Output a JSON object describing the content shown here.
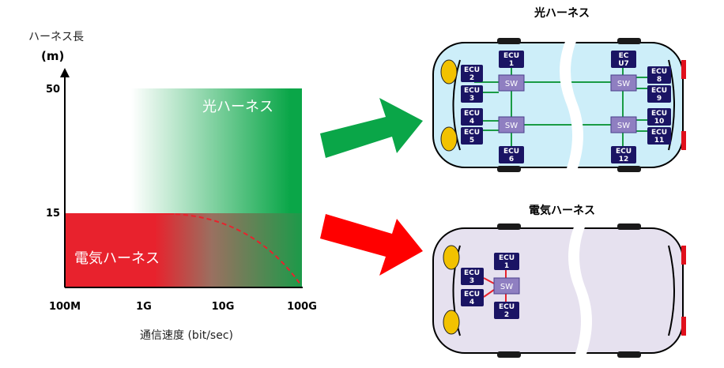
{
  "chart": {
    "y_unit_label": "ハーネス長",
    "y_unit": "(m)",
    "y_ticks": [
      "50",
      "15"
    ],
    "x_ticks": [
      "100M",
      "1G",
      "10G",
      "100G"
    ],
    "x_label": "通信速度 (bit/sec)",
    "optical_region_label": "光ハーネス",
    "electrical_region_label": "電気ハーネス"
  },
  "optical_car": {
    "title": "光ハーネス",
    "ecus": [
      {
        "id": "1",
        "lines": [
          "ECU",
          "1"
        ]
      },
      {
        "id": "2",
        "lines": [
          "ECU",
          "2"
        ]
      },
      {
        "id": "3",
        "lines": [
          "ECU",
          "3"
        ]
      },
      {
        "id": "4",
        "lines": [
          "ECU",
          "4"
        ]
      },
      {
        "id": "5",
        "lines": [
          "ECU",
          "5"
        ]
      },
      {
        "id": "6",
        "lines": [
          "ECU",
          "6"
        ]
      },
      {
        "id": "7",
        "lines": [
          "EC",
          "U7"
        ]
      },
      {
        "id": "8",
        "lines": [
          "ECU",
          "8"
        ]
      },
      {
        "id": "9",
        "lines": [
          "ECU",
          "9"
        ]
      },
      {
        "id": "10",
        "lines": [
          "ECU",
          "10"
        ]
      },
      {
        "id": "11",
        "lines": [
          "ECU",
          "11"
        ]
      },
      {
        "id": "12",
        "lines": [
          "ECU",
          "12"
        ]
      }
    ],
    "switch_label": "SW"
  },
  "electrical_car": {
    "title": "電気ハーネス",
    "ecus": [
      {
        "id": "1",
        "lines": [
          "ECU",
          "1"
        ]
      },
      {
        "id": "2",
        "lines": [
          "ECU",
          "2"
        ]
      },
      {
        "id": "3",
        "lines": [
          "ECU",
          "3"
        ]
      },
      {
        "id": "4",
        "lines": [
          "ECU",
          "4"
        ]
      }
    ],
    "switch_label": "SW"
  },
  "colors": {
    "optical_green": "#0aa648",
    "electrical_red": "#e8222d",
    "ecu_navy": "#1a1464",
    "switch_purple": "#8f7fc1",
    "optical_car_fill": "#cdeef9",
    "electrical_car_fill": "#e6e1ef",
    "wheel_yellow": "#f2c200",
    "light_red": "#e0101c"
  }
}
